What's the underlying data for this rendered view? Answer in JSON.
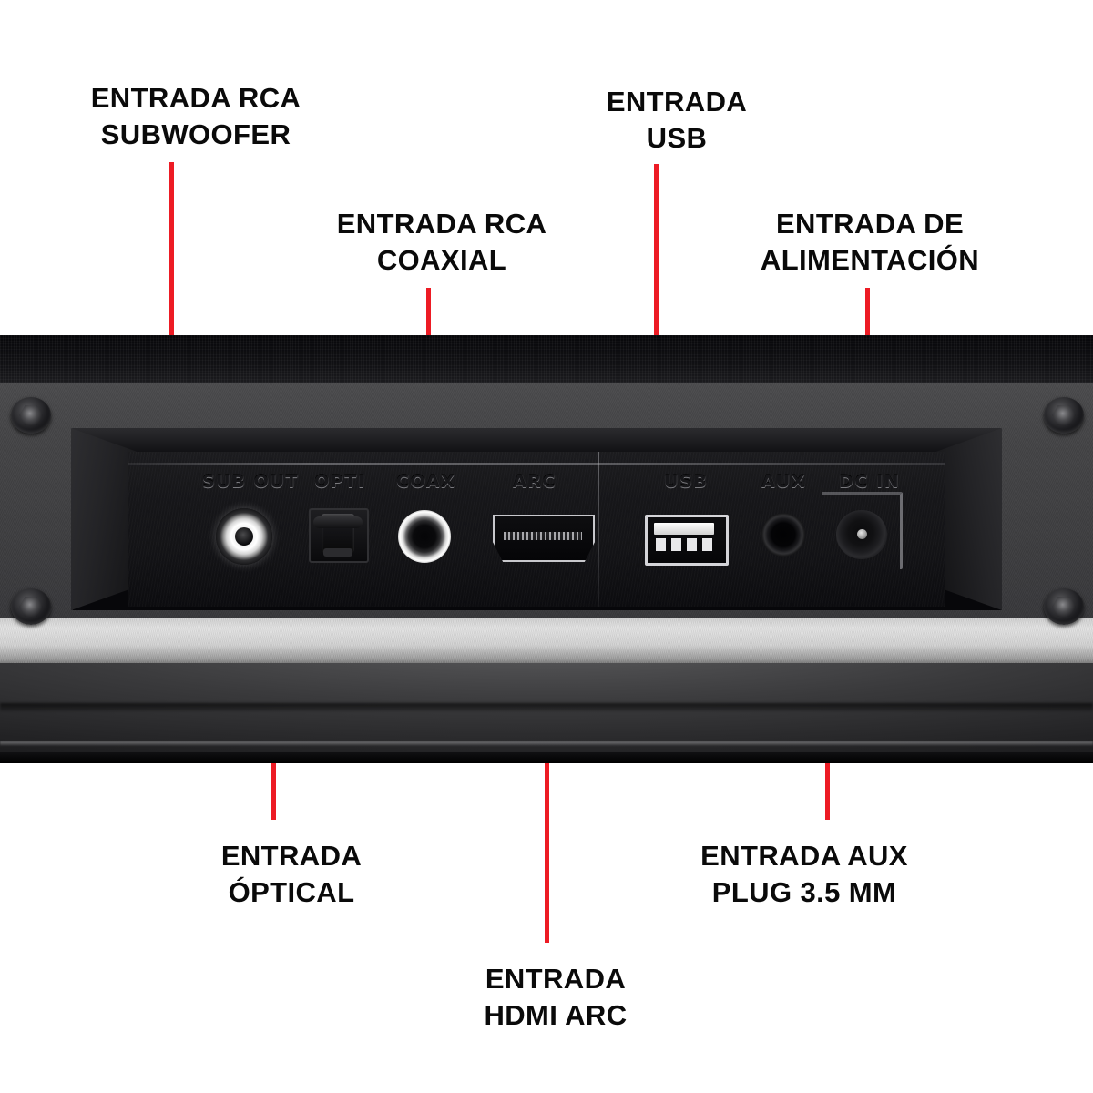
{
  "product": {
    "name": "soundbar-rear-panel",
    "accent_color": "#ed1b24",
    "text_color": "#0a0a0a"
  },
  "callouts": [
    {
      "id": "rca-subwoofer",
      "text": "ENTRADA RCA\nSUBWOOFER",
      "target_port": "SUB OUT",
      "position": "top-left"
    },
    {
      "id": "rca-coaxial",
      "text": "ENTRADA RCA\nCOAXIAL",
      "target_port": "COAX",
      "position": "top-center"
    },
    {
      "id": "usb",
      "text": "ENTRADA\nUSB",
      "target_port": "USB",
      "position": "top-right"
    },
    {
      "id": "power",
      "text": "ENTRADA DE\nALIMENTACIÓN",
      "target_port": "DC IN",
      "position": "top-far-right"
    },
    {
      "id": "optical",
      "text": "ENTRADA\nÓPTICAL",
      "target_port": "OPTI",
      "position": "bottom-left"
    },
    {
      "id": "hdmi-arc",
      "text": "ENTRADA\nHDMI ARC",
      "target_port": "ARC",
      "position": "bottom-center"
    },
    {
      "id": "aux",
      "text": "ENTRADA AUX\nPLUG 3.5 MM",
      "target_port": "AUX",
      "position": "bottom-right"
    }
  ],
  "ports": [
    {
      "id": "sub-out",
      "label": "SUB OUT",
      "type": "rca-bright"
    },
    {
      "id": "opti",
      "label": "OPTI",
      "type": "optical-square"
    },
    {
      "id": "coax",
      "label": "COAX",
      "type": "rca-dark"
    },
    {
      "id": "arc",
      "label": "ARC",
      "type": "hdmi"
    },
    {
      "id": "usb",
      "label": "USB",
      "type": "usb-a"
    },
    {
      "id": "aux",
      "label": "AUX",
      "type": "jack-3.5mm"
    },
    {
      "id": "dc-in",
      "label": "DC IN",
      "type": "dc-barrel"
    }
  ]
}
